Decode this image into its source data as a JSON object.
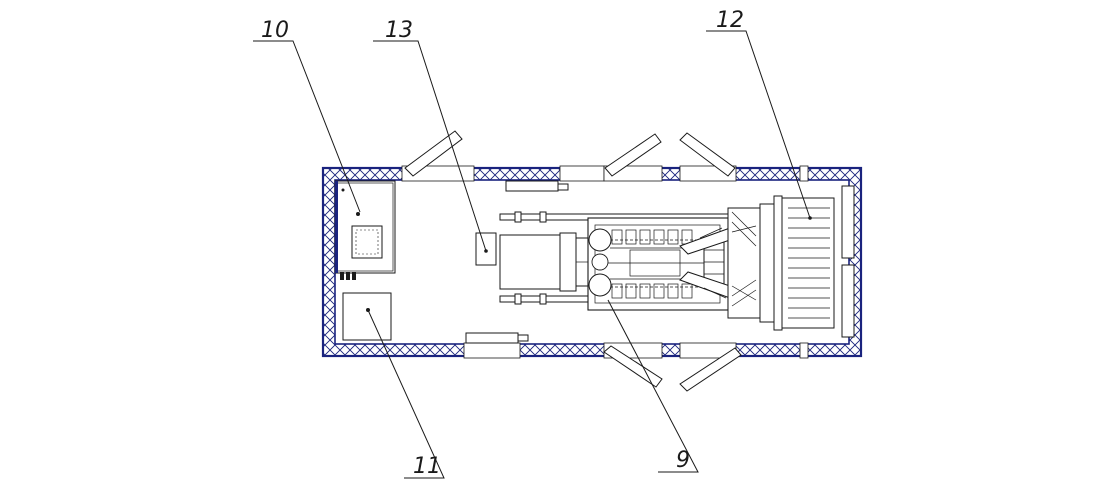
{
  "callouts": [
    {
      "id": "c10",
      "label": "10"
    },
    {
      "id": "c13",
      "label": "13"
    },
    {
      "id": "c12",
      "label": "12"
    },
    {
      "id": "c11",
      "label": "11"
    },
    {
      "id": "c9",
      "label": "9"
    }
  ],
  "colors": {
    "line": "#1a1a1a",
    "wall_outline": "#1a237e",
    "background": "#ffffff"
  }
}
